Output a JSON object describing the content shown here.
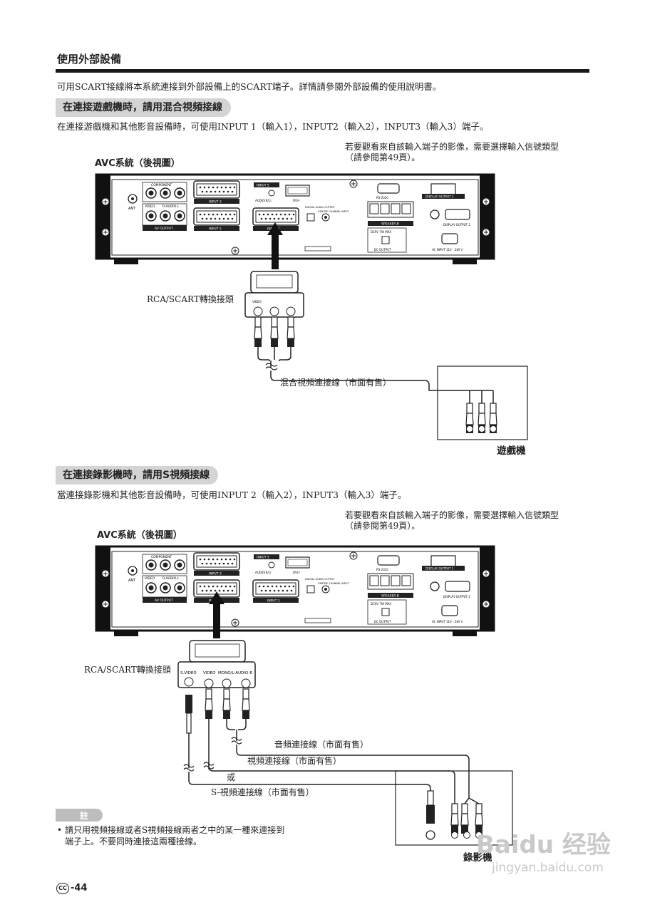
{
  "section_title": "使用外部設備",
  "intro": "可用SCART接線將本系統連接到外部設備上的SCART端子。詳情請參閱外部設備的使用說明書。",
  "section1": {
    "heading": "在連接遊戲機時，請用混合視頻接線",
    "body": "在連接游戲機和其他影音設備時，可使用INPUT 1（輸入1），INPUT2（輸入2），INPUT3（輸入3）端子。",
    "tip_line1": "若要觀看來自該輸入端子的影像，需要選擇輸入信號類型",
    "tip_line2": "（請參閱第49頁）。",
    "diagram_title": "AVC系統（後視圖）",
    "adapter_label": "RCA/SCART轉換接頭",
    "cable_label": "混合視頻連接線（市面有售）",
    "device_label": "遊戲機"
  },
  "section2": {
    "heading": "在連接錄影機時，請用S視頻接線",
    "body": "當連接錄影機和其他影音設備時，可使用INPUT 2（輸入2），INPUT3（輸入3）端子。",
    "tip_line1": "若要觀看來自該輸入端子的影像，需要選擇輸入信號類型",
    "tip_line2": "（請參閱第49頁）。",
    "diagram_title": "AVC系統（後視圖）",
    "adapter_label": "RCA/SCART轉換接頭",
    "audio_cable": "音頻連接線（市面有售）",
    "video_cable": "視頻連接線（市面有售）",
    "or": "或",
    "svideo_cable": "S-視頻連接線（市面有售）",
    "device_label": "錄影機"
  },
  "note": {
    "label": "註",
    "line1": "請只用視頻接線或者S視頻接線兩者之中的某一種來連接到",
    "line2": "端子上。不要同時連接這兩種接線。"
  },
  "panel_labels": {
    "component": "COMPONENT",
    "input3": "INPUT 3",
    "input5": "INPUT 5",
    "input2": "INPUT 2",
    "input1": "INPUT 1",
    "audio": "AUDIO(R/L)",
    "dvi": "DVI-I",
    "rs232": "RS-232C",
    "display1": "DISPLAY OUTPUT 1",
    "display2": "DISPLAY OUTPUT 2",
    "speaker": "SPEAKER-B",
    "av_output": "AV OUTPUT",
    "dc_output": "DC OUTPUT",
    "ac_input": "AC INPUT 110 - 240 V",
    "ant": "ANT",
    "video": "VIDEO",
    "r_audio_l": "R-AUDIO-L",
    "centre": "CENTRE CHANNEL INPUT",
    "digital": "DIGITAL AUDIO OUTPUT",
    "dc_rating": "DC9V 7W MAX"
  },
  "adapter_labels": {
    "svideo": "S.VIDEO",
    "video": "VIDEO",
    "mono": "MONO/L-AUDIO-R"
  },
  "page_number": "-44",
  "watermark": {
    "logo": "Baidu 经验",
    "url": "jingyan.baidu.com"
  }
}
